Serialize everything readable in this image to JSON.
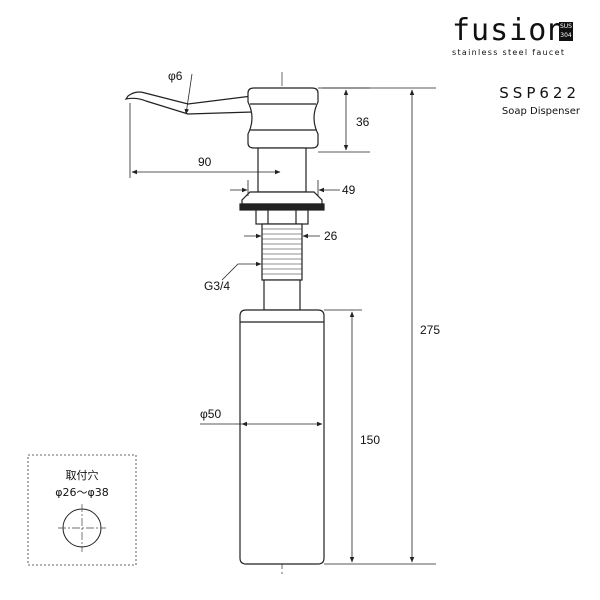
{
  "brand": {
    "name": "fusion",
    "badge_line1": "SUS",
    "badge_line2": "304",
    "tagline": "stainless steel faucet"
  },
  "product": {
    "model": "SSP622",
    "category": "Soap Dispenser"
  },
  "dimensions": {
    "nozzle_dia": "φ6",
    "head_height": "36",
    "spout_reach": "90",
    "head_dia": "49",
    "shank_dia": "26",
    "thread": "G3/4",
    "bottle_dia": "φ50",
    "bottle_height": "150",
    "total_height": "275"
  },
  "mounting": {
    "title": "取付穴",
    "range": "φ26～φ38"
  },
  "colors": {
    "line": "#222222",
    "centerline": "#444444"
  }
}
